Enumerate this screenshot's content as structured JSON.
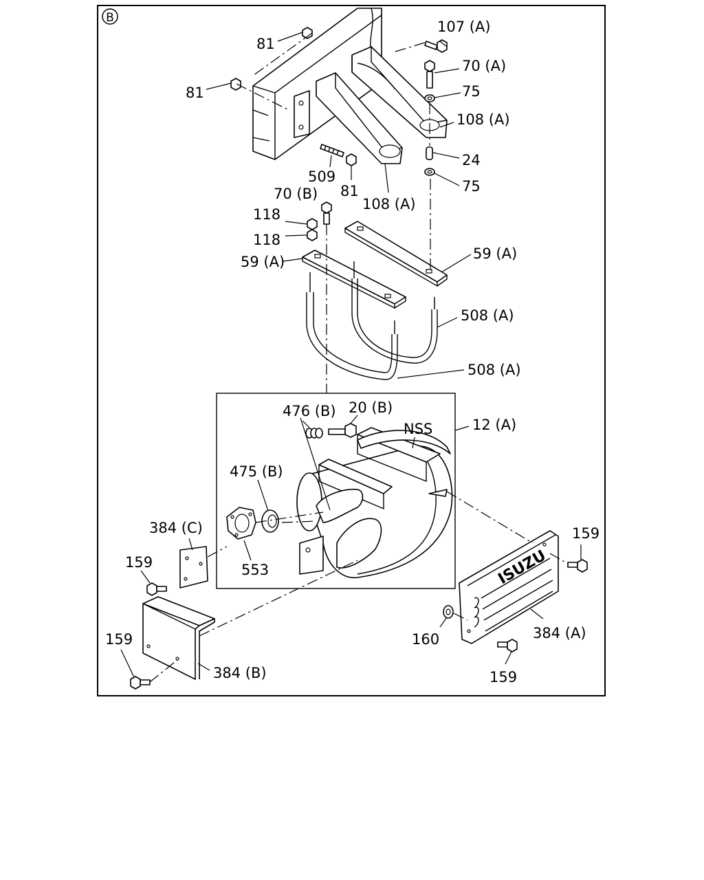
{
  "section_marker": "B",
  "labels": {
    "l_81_top": "81",
    "l_81_left": "81",
    "l_107a": "107 (A)",
    "l_70a": "70 (A)",
    "l_75_top": "75",
    "l_108a_right": "108 (A)",
    "l_24": "24",
    "l_75_bottom": "75",
    "l_509": "509",
    "l_81_mid": "81",
    "l_108a_bottom": "108 (A)",
    "l_70b": "70 (B)",
    "l_118_top": "118",
    "l_118_bottom": "118",
    "l_59a_left": "59 (A)",
    "l_59a_right": "59 (A)",
    "l_508a_top": "508 (A)",
    "l_508a_bottom": "508 (A)",
    "l_476b": "476 (B)",
    "l_20b": "20 (B)",
    "l_nss": "NSS",
    "l_12a": "12 (A)",
    "l_475b": "475 (B)",
    "l_384c": "384 (C)",
    "l_553": "553",
    "l_159_left_top": "159",
    "l_159_right_top": "159",
    "l_159_left_bottom": "159",
    "l_384b": "384 (B)",
    "l_160": "160",
    "l_384a": "384 (A)",
    "l_159_right_bottom": "159"
  },
  "heat_shield_brand_text": "ISUZU"
}
